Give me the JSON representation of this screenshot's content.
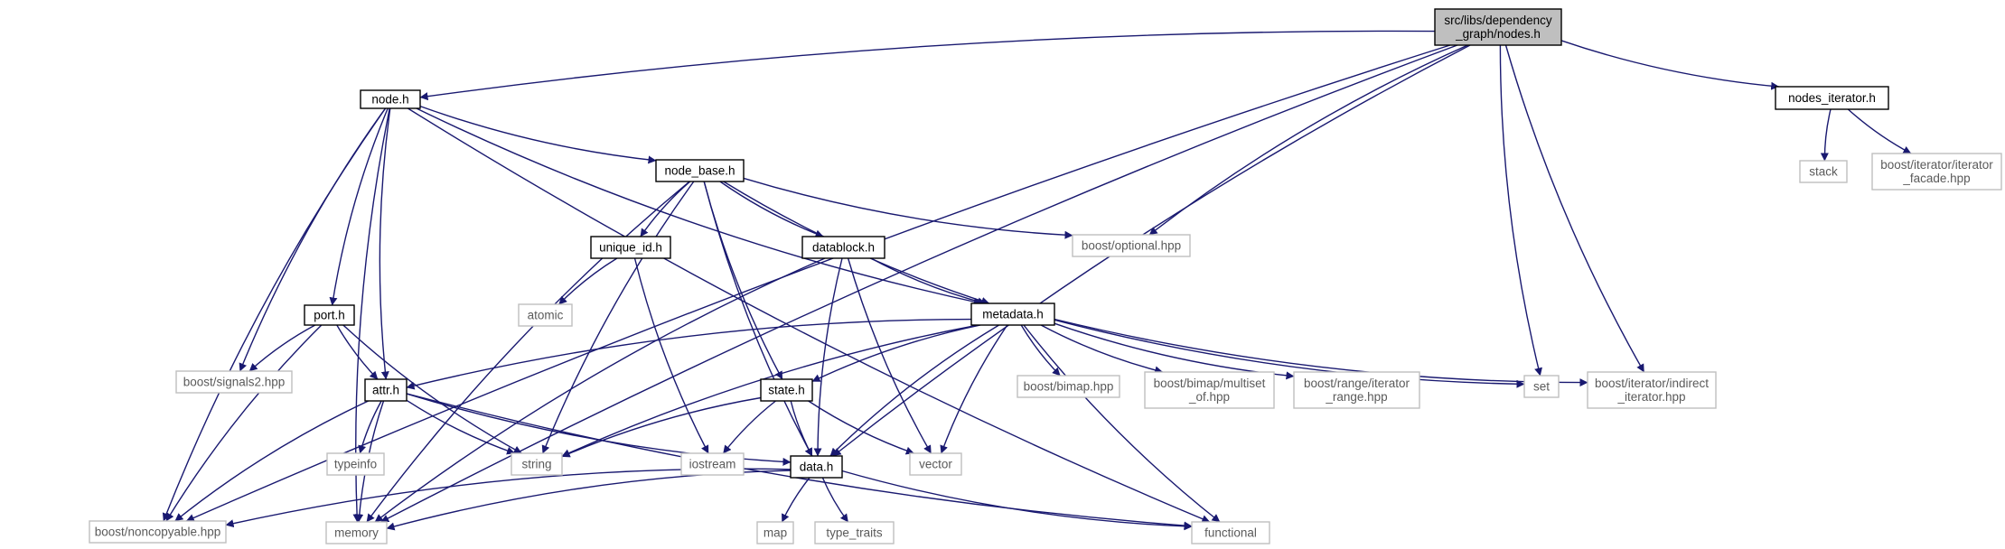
{
  "nodes": {
    "root": {
      "lines": [
        "src/libs/dependency",
        "_graph/nodes.h"
      ],
      "kind": "root"
    },
    "node_h": {
      "lines": [
        "node.h"
      ],
      "kind": "local"
    },
    "nodes_iterator_h": {
      "lines": [
        "nodes_iterator.h"
      ],
      "kind": "local"
    },
    "node_base_h": {
      "lines": [
        "node_base.h"
      ],
      "kind": "local"
    },
    "unique_id_h": {
      "lines": [
        "unique_id.h"
      ],
      "kind": "local"
    },
    "datablock_h": {
      "lines": [
        "datablock.h"
      ],
      "kind": "local"
    },
    "metadata_h": {
      "lines": [
        "metadata.h"
      ],
      "kind": "local"
    },
    "port_h": {
      "lines": [
        "port.h"
      ],
      "kind": "local"
    },
    "attr_h": {
      "lines": [
        "attr.h"
      ],
      "kind": "local"
    },
    "state_h": {
      "lines": [
        "state.h"
      ],
      "kind": "local"
    },
    "data_h": {
      "lines": [
        "data.h"
      ],
      "kind": "local"
    },
    "boost_optional": {
      "lines": [
        "boost/optional.hpp"
      ],
      "kind": "external"
    },
    "stack": {
      "lines": [
        "stack"
      ],
      "kind": "external"
    },
    "boost_iterator_facade": {
      "lines": [
        "boost/iterator/iterator",
        "_facade.hpp"
      ],
      "kind": "external"
    },
    "atomic": {
      "lines": [
        "atomic"
      ],
      "kind": "external"
    },
    "boost_signals2": {
      "lines": [
        "boost/signals2.hpp"
      ],
      "kind": "external"
    },
    "boost_bimap": {
      "lines": [
        "boost/bimap.hpp"
      ],
      "kind": "external"
    },
    "boost_bimap_multiset": {
      "lines": [
        "boost/bimap/multiset",
        "_of.hpp"
      ],
      "kind": "external"
    },
    "boost_range_iterator": {
      "lines": [
        "boost/range/iterator",
        "_range.hpp"
      ],
      "kind": "external"
    },
    "set": {
      "lines": [
        "set"
      ],
      "kind": "external"
    },
    "boost_indirect_iterator": {
      "lines": [
        "boost/iterator/indirect",
        "_iterator.hpp"
      ],
      "kind": "external"
    },
    "typeinfo": {
      "lines": [
        "typeinfo"
      ],
      "kind": "external"
    },
    "string": {
      "lines": [
        "string"
      ],
      "kind": "external"
    },
    "iostream": {
      "lines": [
        "iostream"
      ],
      "kind": "external"
    },
    "vector": {
      "lines": [
        "vector"
      ],
      "kind": "external"
    },
    "boost_noncopyable": {
      "lines": [
        "boost/noncopyable.hpp"
      ],
      "kind": "external"
    },
    "memory": {
      "lines": [
        "memory"
      ],
      "kind": "external"
    },
    "map": {
      "lines": [
        "map"
      ],
      "kind": "external"
    },
    "type_traits": {
      "lines": [
        "type_traits"
      ],
      "kind": "external"
    },
    "functional": {
      "lines": [
        "functional"
      ],
      "kind": "external"
    }
  },
  "edges": [
    [
      "root",
      "node_h"
    ],
    [
      "root",
      "nodes_iterator_h"
    ],
    [
      "root",
      "boost_optional"
    ],
    [
      "root",
      "set"
    ],
    [
      "root",
      "boost_indirect_iterator"
    ],
    [
      "root",
      "data_h"
    ],
    [
      "root",
      "memory"
    ],
    [
      "root",
      "boost_noncopyable"
    ],
    [
      "nodes_iterator_h",
      "stack"
    ],
    [
      "nodes_iterator_h",
      "boost_iterator_facade"
    ],
    [
      "node_h",
      "node_base_h"
    ],
    [
      "node_h",
      "metadata_h"
    ],
    [
      "node_h",
      "port_h"
    ],
    [
      "node_h",
      "attr_h"
    ],
    [
      "node_h",
      "boost_signals2"
    ],
    [
      "node_h",
      "boost_noncopyable"
    ],
    [
      "node_h",
      "memory"
    ],
    [
      "node_h",
      "functional"
    ],
    [
      "node_base_h",
      "unique_id_h"
    ],
    [
      "node_base_h",
      "datablock_h"
    ],
    [
      "node_base_h",
      "metadata_h"
    ],
    [
      "node_base_h",
      "state_h"
    ],
    [
      "node_base_h",
      "data_h"
    ],
    [
      "node_base_h",
      "boost_optional"
    ],
    [
      "node_base_h",
      "string"
    ],
    [
      "node_base_h",
      "memory"
    ],
    [
      "unique_id_h",
      "atomic"
    ],
    [
      "unique_id_h",
      "iostream"
    ],
    [
      "datablock_h",
      "metadata_h"
    ],
    [
      "datablock_h",
      "data_h"
    ],
    [
      "datablock_h",
      "vector"
    ],
    [
      "datablock_h",
      "memory"
    ],
    [
      "metadata_h",
      "attr_h"
    ],
    [
      "metadata_h",
      "state_h"
    ],
    [
      "metadata_h",
      "data_h"
    ],
    [
      "metadata_h",
      "boost_bimap"
    ],
    [
      "metadata_h",
      "boost_bimap_multiset"
    ],
    [
      "metadata_h",
      "boost_range_iterator"
    ],
    [
      "metadata_h",
      "set"
    ],
    [
      "metadata_h",
      "boost_indirect_iterator"
    ],
    [
      "metadata_h",
      "string"
    ],
    [
      "metadata_h",
      "vector"
    ],
    [
      "metadata_h",
      "functional"
    ],
    [
      "port_h",
      "attr_h"
    ],
    [
      "port_h",
      "boost_signals2"
    ],
    [
      "port_h",
      "string"
    ],
    [
      "port_h",
      "boost_noncopyable"
    ],
    [
      "attr_h",
      "data_h"
    ],
    [
      "attr_h",
      "typeinfo"
    ],
    [
      "attr_h",
      "string"
    ],
    [
      "attr_h",
      "memory"
    ],
    [
      "attr_h",
      "boost_noncopyable"
    ],
    [
      "attr_h",
      "functional"
    ],
    [
      "state_h",
      "data_h"
    ],
    [
      "state_h",
      "string"
    ],
    [
      "state_h",
      "iostream"
    ],
    [
      "state_h",
      "vector"
    ],
    [
      "data_h",
      "boost_noncopyable"
    ],
    [
      "data_h",
      "memory"
    ],
    [
      "data_h",
      "map"
    ],
    [
      "data_h",
      "type_traits"
    ],
    [
      "data_h",
      "functional"
    ]
  ]
}
